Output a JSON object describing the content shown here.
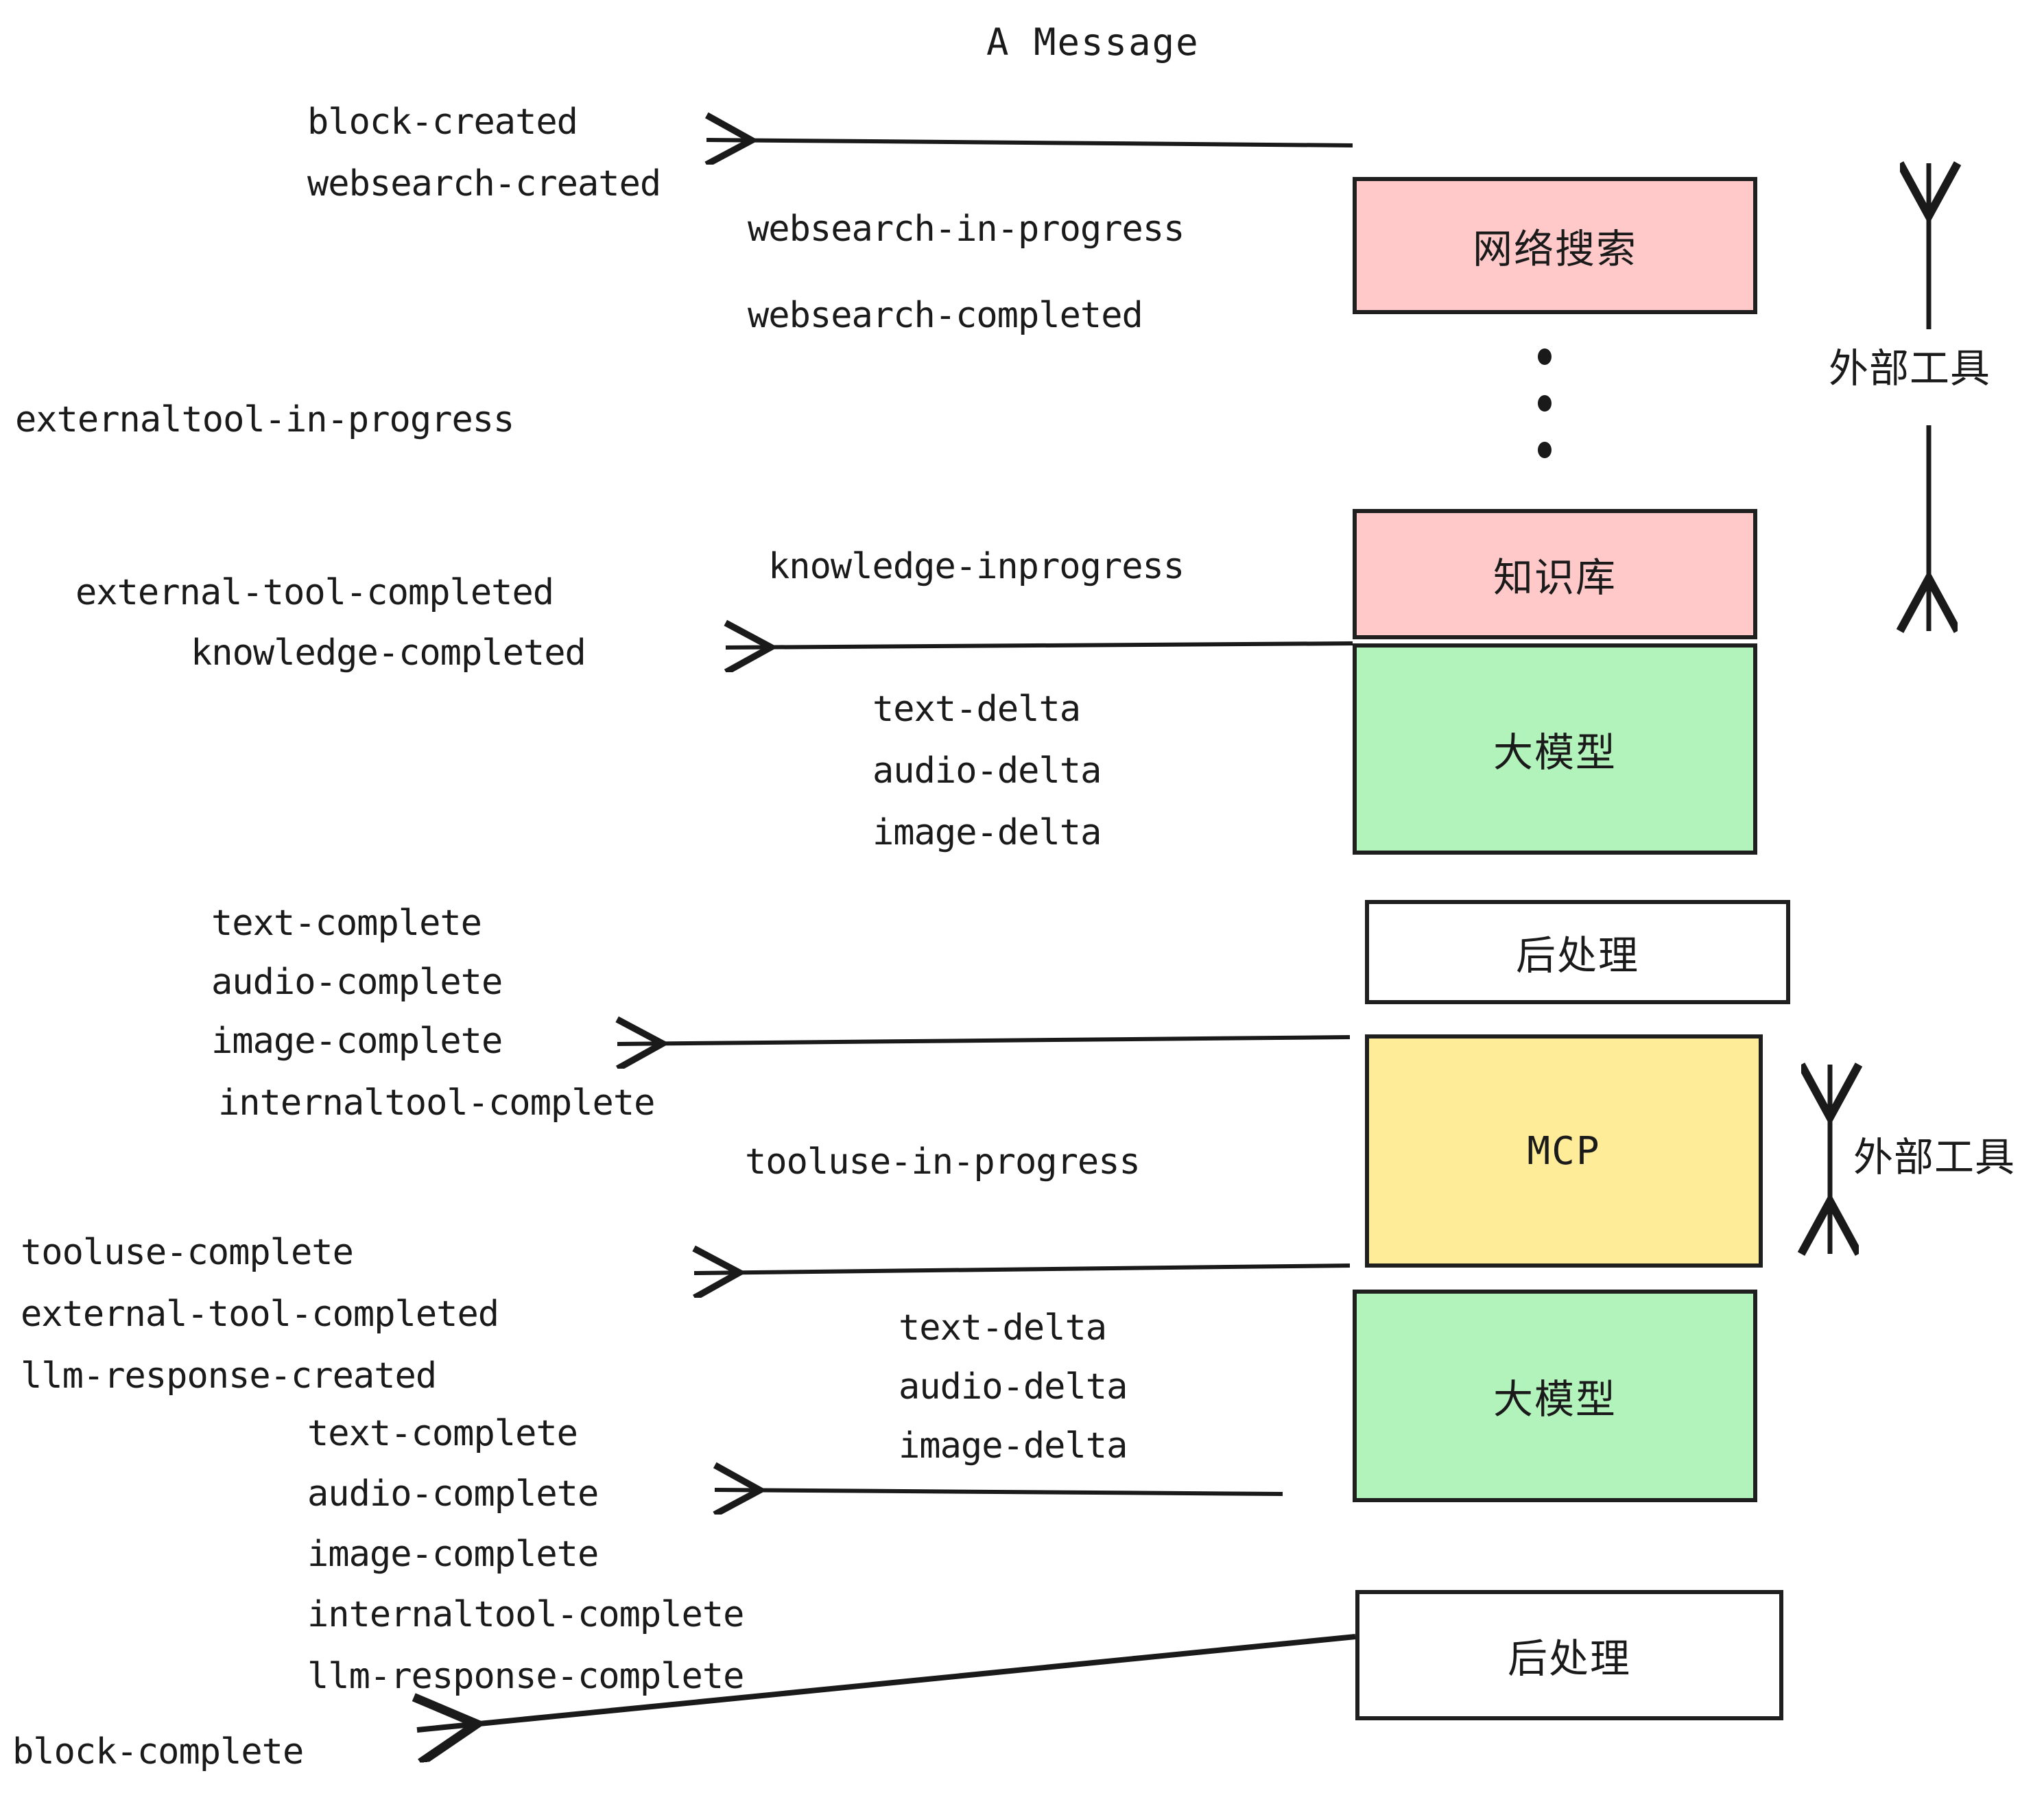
{
  "title": "A Message",
  "colors": {
    "pink": "#ffc9c9",
    "green": "#b2f2bb",
    "yellow": "#ffec99",
    "white": "#ffffff",
    "stroke": "#1f1f1f",
    "text": "#1a1a1a",
    "background": "#ffffff"
  },
  "nodes": {
    "websearch": "网络搜索",
    "knowledge": "知识库",
    "llm_1": "大模型",
    "postprocess_1": "后处理",
    "mcp": "MCP",
    "llm_2": "大模型",
    "postprocess_2": "后处理"
  },
  "group_labels": {
    "external_tools_top": "外部工具",
    "external_tools_bottom": "外部工具"
  },
  "events": {
    "block_created": "block-created",
    "websearch_created": "websearch-created",
    "websearch_in_progress": "websearch-in-progress",
    "websearch_completed": "websearch-completed",
    "externaltool_in_progress": "externaltool-in-progress",
    "knowledge_inprogress": "knowledge-inprogress",
    "external_tool_completed_1": "external-tool-completed",
    "knowledge_completed": "knowledge-completed",
    "text_delta_1": "text-delta",
    "audio_delta_1": "audio-delta",
    "image_delta_1": "image-delta",
    "text_complete_1": "text-complete",
    "audio_complete_1": "audio-complete",
    "image_complete_1": "image-complete",
    "internaltool_complete_1": "internaltool-complete",
    "tooluse_in_progress": "tooluse-in-progress",
    "tooluse_complete": "tooluse-complete",
    "external_tool_completed_2": "external-tool-completed",
    "llm_response_created": "llm-response-created",
    "text_delta_2": "text-delta",
    "audio_delta_2": "audio-delta",
    "image_delta_2": "image-delta",
    "text_complete_2": "text-complete",
    "audio_complete_2": "audio-complete",
    "image_complete_2": "image-complete",
    "internaltool_complete_2": "internaltool-complete",
    "llm_response_complete": "llm-response-complete",
    "block_complete": "block-complete"
  }
}
